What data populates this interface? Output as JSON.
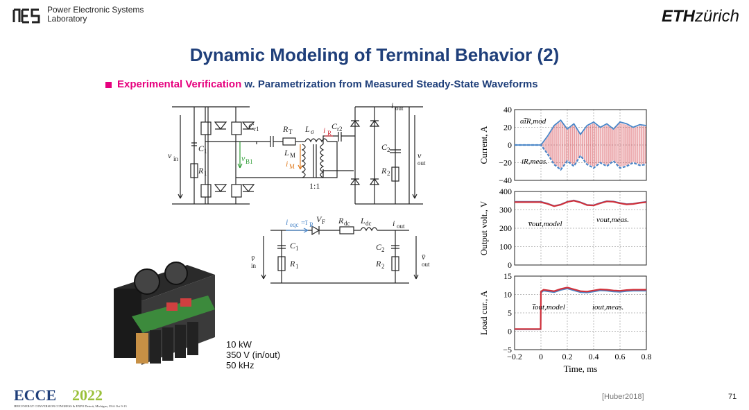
{
  "header": {
    "lab_name_line1": "Power Electronic Systems",
    "lab_name_line2": "Laboratory",
    "eth_bold": "ETH",
    "eth_light": "zürich"
  },
  "title": "Dynamic Modeling of Terminal Behavior (2)",
  "subtitle": {
    "highlight": "Experimental Verification",
    "rest": " w. Parametrization from Measured Steady-State Waveforms"
  },
  "specs": [
    "10 kW",
    "350 V (in/out)",
    "50 kHz"
  ],
  "footer": {
    "reference": "[Huber2018]",
    "page": "71",
    "conference_text": "IEEE ENERGY CONVERSION CONGRESS & EXPO   Detroit, Michigan, USA  Oct 9-13"
  },
  "colors": {
    "title": "#1f3f7a",
    "accent": "#e6007e",
    "model": "#4a86c8",
    "meas": "#d0303a"
  },
  "chart_data": [
    {
      "type": "line",
      "ylabel": "Current, A",
      "ylim": [
        -40,
        40
      ],
      "xlim": [
        -0.2,
        0.8
      ],
      "yticks": [
        -40,
        -20,
        0,
        20,
        40
      ],
      "grid": true,
      "series": [
        {
          "name": "αi̅R,mod",
          "x": [
            -0.2,
            0,
            0.05,
            0.1,
            0.15,
            0.2,
            0.25,
            0.3,
            0.35,
            0.4,
            0.45,
            0.5,
            0.55,
            0.6,
            0.65,
            0.7,
            0.75,
            0.8
          ],
          "y": [
            0,
            0,
            10,
            22,
            28,
            18,
            24,
            12,
            22,
            26,
            20,
            24,
            18,
            26,
            24,
            20,
            23,
            22
          ]
        },
        {
          "name": "iR,meas.",
          "x": [
            -0.2,
            0,
            0.05,
            0.1,
            0.15,
            0.2,
            0.25,
            0.3,
            0.35,
            0.4,
            0.45,
            0.5,
            0.55,
            0.6,
            0.65,
            0.7,
            0.75,
            0.8
          ],
          "y": [
            0,
            0,
            -10,
            -22,
            -28,
            -18,
            -24,
            -12,
            -22,
            -26,
            -20,
            -24,
            -18,
            -26,
            -24,
            -20,
            -23,
            -22
          ]
        }
      ]
    },
    {
      "type": "line",
      "ylabel": "Output volt., V",
      "ylim": [
        0,
        400
      ],
      "xlim": [
        -0.2,
        0.8
      ],
      "yticks": [
        0,
        100,
        200,
        300,
        400
      ],
      "grid": true,
      "series": [
        {
          "name": "v̅out,model",
          "x": [
            -0.2,
            0,
            0.05,
            0.1,
            0.15,
            0.2,
            0.25,
            0.3,
            0.35,
            0.4,
            0.45,
            0.5,
            0.55,
            0.6,
            0.65,
            0.7,
            0.75,
            0.8
          ],
          "y": [
            345,
            345,
            335,
            322,
            330,
            345,
            352,
            342,
            328,
            326,
            338,
            348,
            346,
            338,
            332,
            334,
            340,
            344
          ]
        },
        {
          "name": "vout,meas.",
          "x": [
            -0.2,
            0,
            0.05,
            0.1,
            0.15,
            0.2,
            0.25,
            0.3,
            0.35,
            0.4,
            0.45,
            0.5,
            0.55,
            0.6,
            0.65,
            0.7,
            0.75,
            0.8
          ],
          "y": [
            342,
            342,
            333,
            320,
            328,
            343,
            350,
            340,
            326,
            324,
            336,
            346,
            344,
            336,
            330,
            332,
            338,
            342
          ]
        }
      ]
    },
    {
      "type": "line",
      "ylabel": "Load cur., A",
      "xlabel": "Time, ms",
      "ylim": [
        -5,
        15
      ],
      "xlim": [
        -0.2,
        0.8
      ],
      "yticks": [
        -5,
        0,
        5,
        10,
        15
      ],
      "xticks": [
        -0.2,
        0,
        0.2,
        0.4,
        0.6,
        0.8
      ],
      "xtick_labels": [
        "−0.2",
        "0",
        "0.2",
        "0.4",
        "0.6",
        "0.8"
      ],
      "grid": true,
      "series": [
        {
          "name": "i̅out,model",
          "x": [
            -0.2,
            -0.002,
            0.0,
            0.02,
            0.1,
            0.15,
            0.2,
            0.25,
            0.3,
            0.35,
            0.4,
            0.45,
            0.5,
            0.55,
            0.6,
            0.65,
            0.7,
            0.75,
            0.8
          ],
          "y": [
            0.5,
            0.5,
            10.5,
            11,
            10.6,
            11.2,
            11.6,
            11.1,
            10.6,
            10.5,
            10.8,
            11.1,
            11.0,
            10.8,
            10.7,
            10.9,
            11.0,
            11.0,
            11.0
          ]
        },
        {
          "name": "iout,meas.",
          "x": [
            -0.2,
            -0.002,
            0.0,
            0.02,
            0.1,
            0.15,
            0.2,
            0.25,
            0.3,
            0.35,
            0.4,
            0.45,
            0.5,
            0.55,
            0.6,
            0.65,
            0.7,
            0.75,
            0.8
          ],
          "y": [
            0.6,
            0.6,
            10.8,
            11.3,
            10.9,
            11.5,
            11.9,
            11.4,
            10.9,
            10.8,
            11.1,
            11.4,
            11.3,
            11.1,
            11.0,
            11.2,
            11.3,
            11.3,
            11.3
          ]
        }
      ]
    }
  ]
}
